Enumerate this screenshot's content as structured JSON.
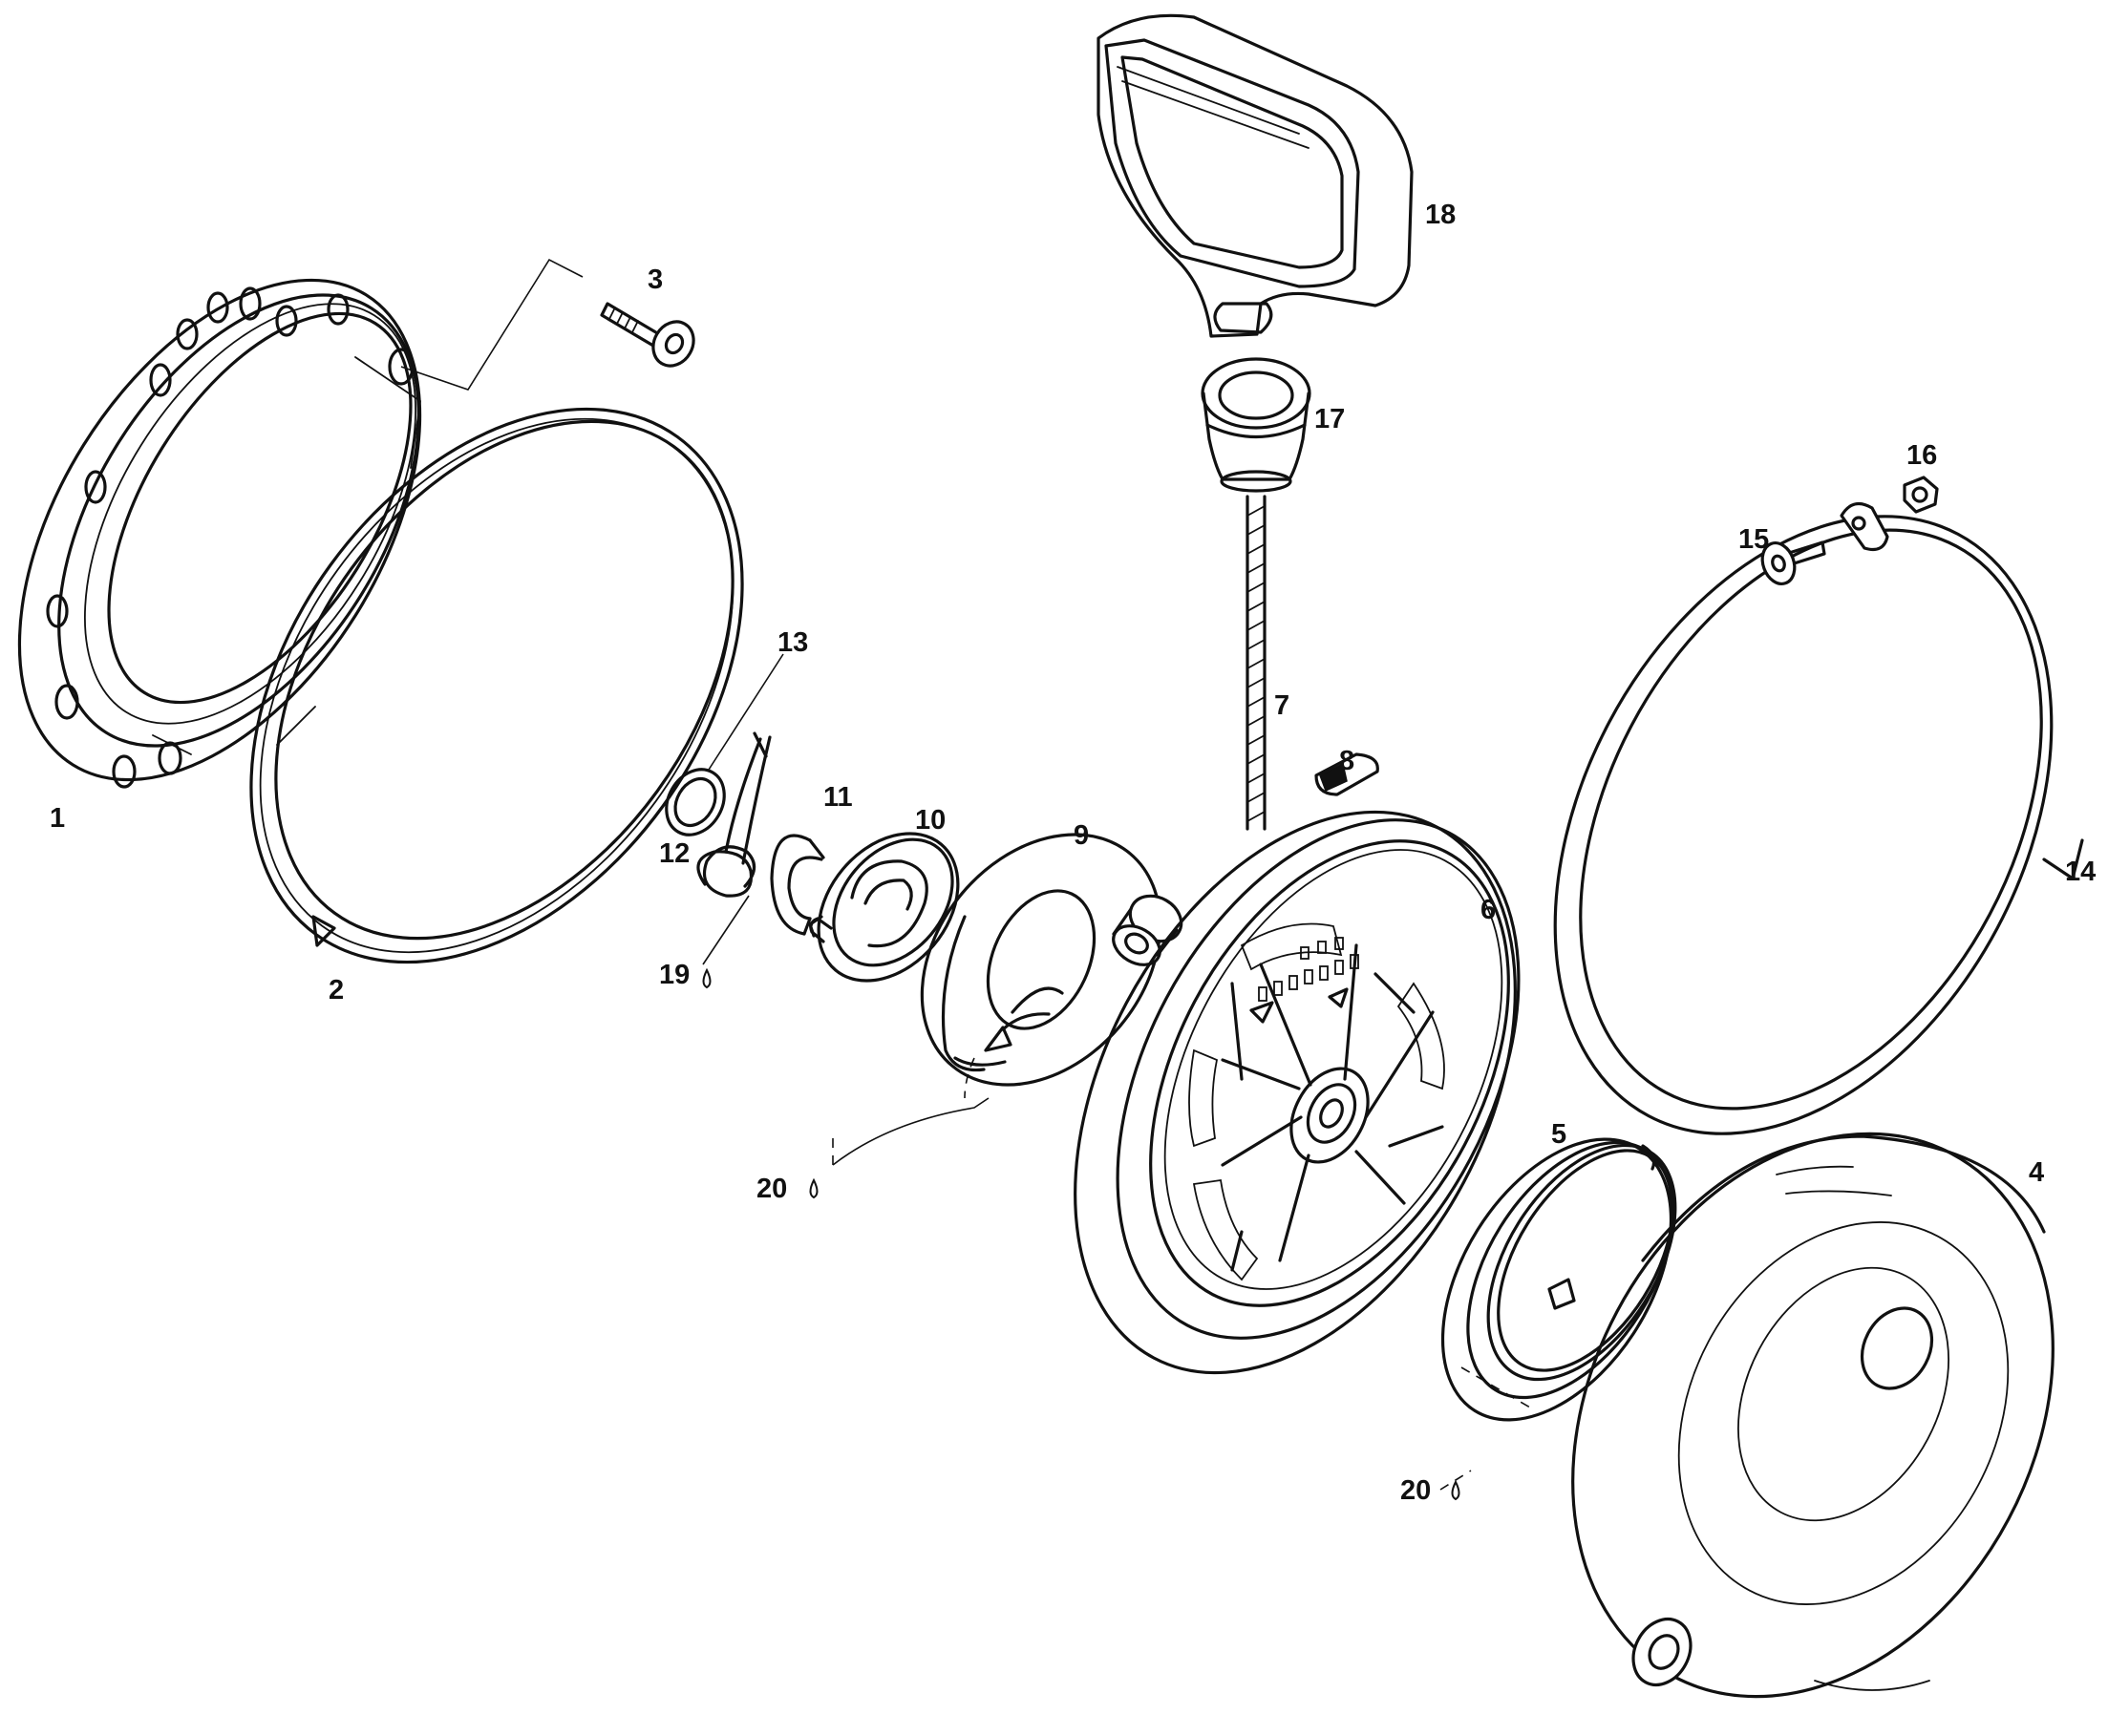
{
  "diagram": {
    "parts": [
      {
        "id": "1",
        "label": "1"
      },
      {
        "id": "2",
        "label": "2"
      },
      {
        "id": "3",
        "label": "3"
      },
      {
        "id": "4",
        "label": "4"
      },
      {
        "id": "5",
        "label": "5"
      },
      {
        "id": "6",
        "label": "6"
      },
      {
        "id": "7",
        "label": "7"
      },
      {
        "id": "8",
        "label": "8"
      },
      {
        "id": "9",
        "label": "9"
      },
      {
        "id": "10",
        "label": "10"
      },
      {
        "id": "11",
        "label": "11"
      },
      {
        "id": "12",
        "label": "12"
      },
      {
        "id": "13",
        "label": "13"
      },
      {
        "id": "14",
        "label": "14"
      },
      {
        "id": "15",
        "label": "15"
      },
      {
        "id": "16",
        "label": "16"
      },
      {
        "id": "17",
        "label": "17"
      },
      {
        "id": "18",
        "label": "18"
      },
      {
        "id": "19",
        "label": "19"
      },
      {
        "id": "20a",
        "label": "20"
      },
      {
        "id": "20b",
        "label": "20"
      }
    ]
  }
}
